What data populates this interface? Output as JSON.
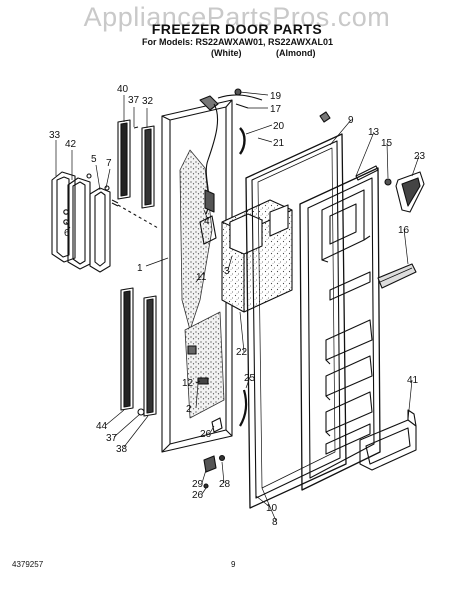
{
  "watermark": "AppliancePartsPros.com",
  "header": {
    "title": "FREEZER DOOR PARTS",
    "models": "For Models: RS22AWXAW01, RS22AWXAL01",
    "variants": [
      "(White)",
      "(Almond)"
    ]
  },
  "callouts": [
    "40",
    "37",
    "32",
    "33",
    "42",
    "5",
    "7",
    "6",
    "1",
    "11",
    "4",
    "44",
    "37",
    "38",
    "19",
    "17",
    "20",
    "21",
    "9",
    "13",
    "15",
    "23",
    "16",
    "3",
    "22",
    "12",
    "2",
    "25",
    "26",
    "29",
    "26",
    "28",
    "41",
    "10",
    "8"
  ],
  "footer": {
    "doc_number": "4379257",
    "page_number": "9"
  }
}
